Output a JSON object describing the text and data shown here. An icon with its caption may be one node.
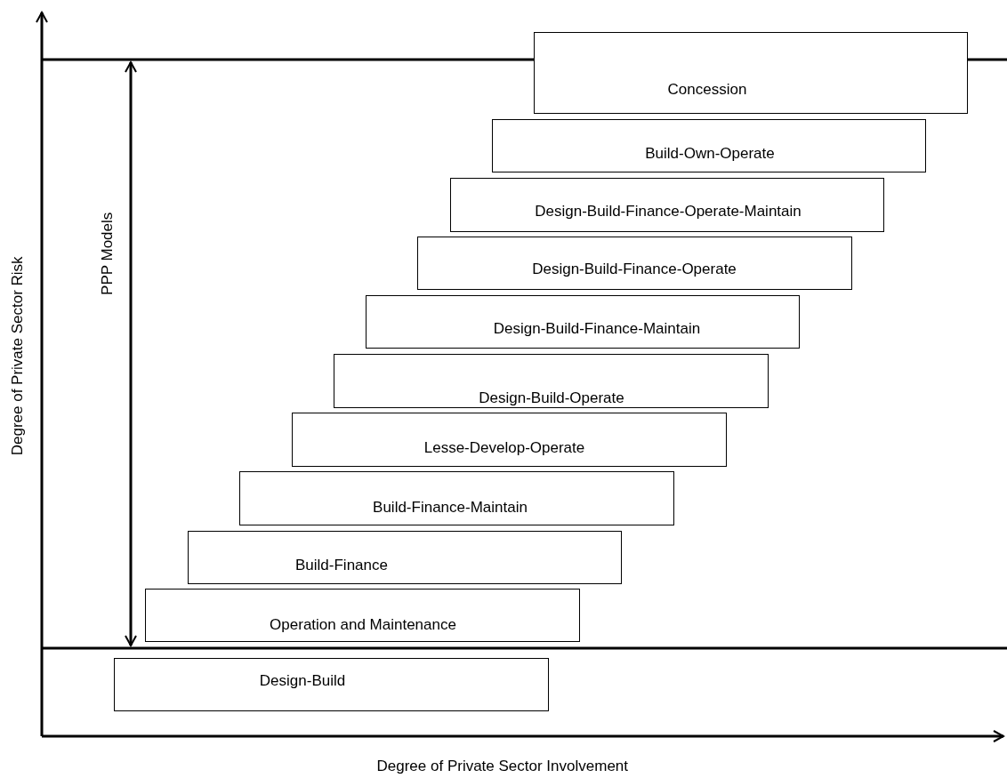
{
  "diagram": {
    "nodes": [
      {
        "text": [
          "Concession"
        ]
      },
      {
        "text": [
          "Build-Own-Operate"
        ]
      },
      {
        "text": [
          "Design-Build-Finance-Operate-Maintain"
        ]
      },
      {
        "text": [
          "Design-Build-Finance-Operate"
        ]
      },
      {
        "text": [
          "Design-Build-Finance-Maintain"
        ]
      },
      {
        "text": [
          "Design-Build-Operate"
        ]
      },
      {
        "text": [
          "Lesse-Develop-Operate"
        ]
      },
      {
        "text": [
          "Build-Finance-Maintain"
        ]
      },
      {
        "text": [
          "Build-Finance"
        ]
      },
      {
        "text": [
          "Operation and Maintenance"
        ]
      },
      {
        "text": [
          "Design-Build"
        ]
      }
    ],
    "edges": [],
    "labels": [
      "PPP Models",
      "Degree of Private Sector Risk",
      "Degree of Private Sector Involvement"
    ]
  }
}
